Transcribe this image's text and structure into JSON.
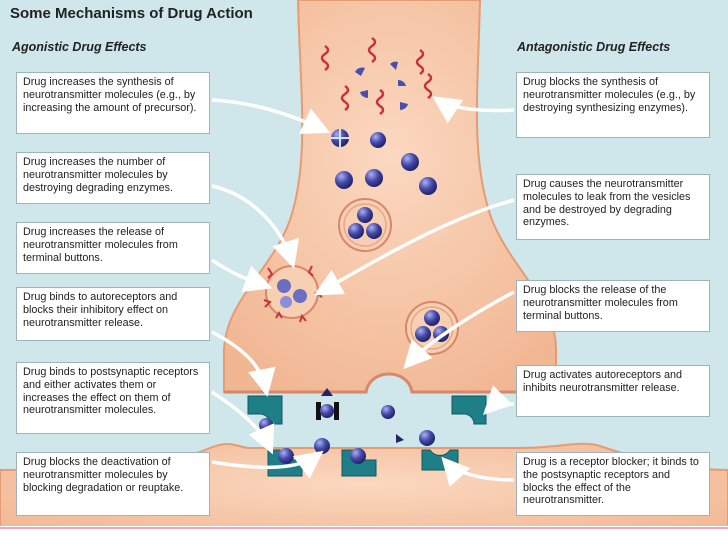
{
  "title": "Some Mechanisms of Drug Action",
  "headings": {
    "agonistic": "Agonistic Drug Effects",
    "antagonistic": "Antagonistic Drug Effects"
  },
  "agonistic_effects": [
    "Drug increases the synthesis of neurotransmitter molecules (e.g., by increasing the amount of precursor).",
    "Drug increases the number of neurotransmitter molecules by destroying degrading enzymes.",
    "Drug increases the release of neurotransmitter molecules from terminal buttons.",
    "Drug binds to autoreceptors and blocks their inhibitory effect on neurotransmitter release.",
    "Drug binds to postsynaptic receptors and either activates them or increases the effect on them of neurotransmitter molecules.",
    "Drug blocks the deactivation of neurotransmitter molecules by blocking degradation or reuptake."
  ],
  "antagonistic_effects": [
    "Drug blocks the synthesis of neurotransmitter molecules (e.g., by destroying synthesizing enzymes).",
    "Drug causes the neurotransmitter molecules to leak from the vesicles and be destroyed by degrading enzymes.",
    "Drug blocks the release of the neurotransmitter molecules from terminal buttons.",
    "Drug activates autoreceptors and inhibits neurotransmitter release.",
    "Drug is a receptor blocker; it binds to the postsynaptic receptors and blocks the effect of the neurotransmitter."
  ],
  "colors": {
    "background": "#cfe6ea",
    "neuron": "#f6c5a4",
    "neuron_outline": "#e59c74",
    "molecule": "#3d3f9c",
    "receptor": "#1f7f86",
    "enzyme": "#c8323c",
    "arrow": "#ffffff"
  }
}
